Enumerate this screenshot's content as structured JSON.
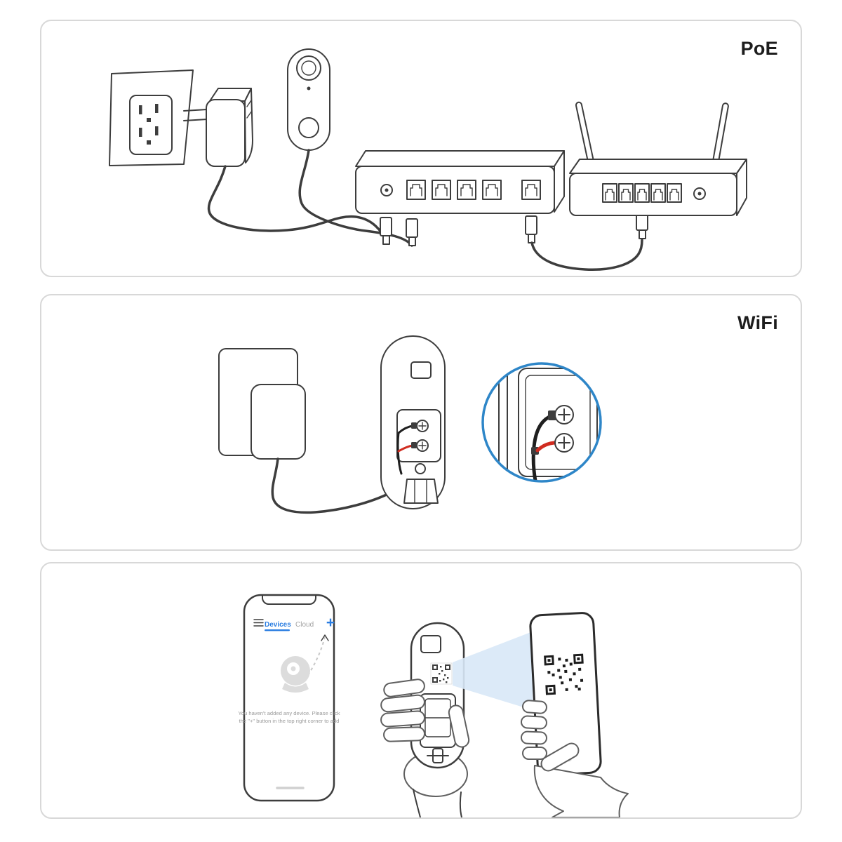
{
  "panels": [
    {
      "id": "poe",
      "label": "PoE"
    },
    {
      "id": "wifi",
      "label": "WiFi"
    },
    {
      "id": "app-setup",
      "label": ""
    }
  ],
  "app_screen": {
    "tabs": [
      {
        "label": "Devices",
        "active": true
      },
      {
        "label": "Cloud",
        "active": false
      }
    ],
    "add_button_label": "+",
    "empty_state_line1": "You haven't added any device. Please click",
    "empty_state_line2": "the \"+\" button in the top right corner to add"
  },
  "icons": {
    "menu": "hamburger-icon",
    "add": "plus-icon",
    "camera": "camera-illustration",
    "qr_small": "doorbell-qr-code",
    "qr_large": "phone-qr-code",
    "beam": "scan-beam",
    "zoom": "magnifier-circle"
  },
  "colors": {
    "accent_blue": "#2a7de1",
    "zoom_ring": "#2e86c8",
    "beam": "#d8e8f7",
    "wire_red": "#d02c20",
    "line_art": "#3d3d3d",
    "panel_border": "#d8d8d8",
    "text_muted": "#9b9b9b"
  }
}
